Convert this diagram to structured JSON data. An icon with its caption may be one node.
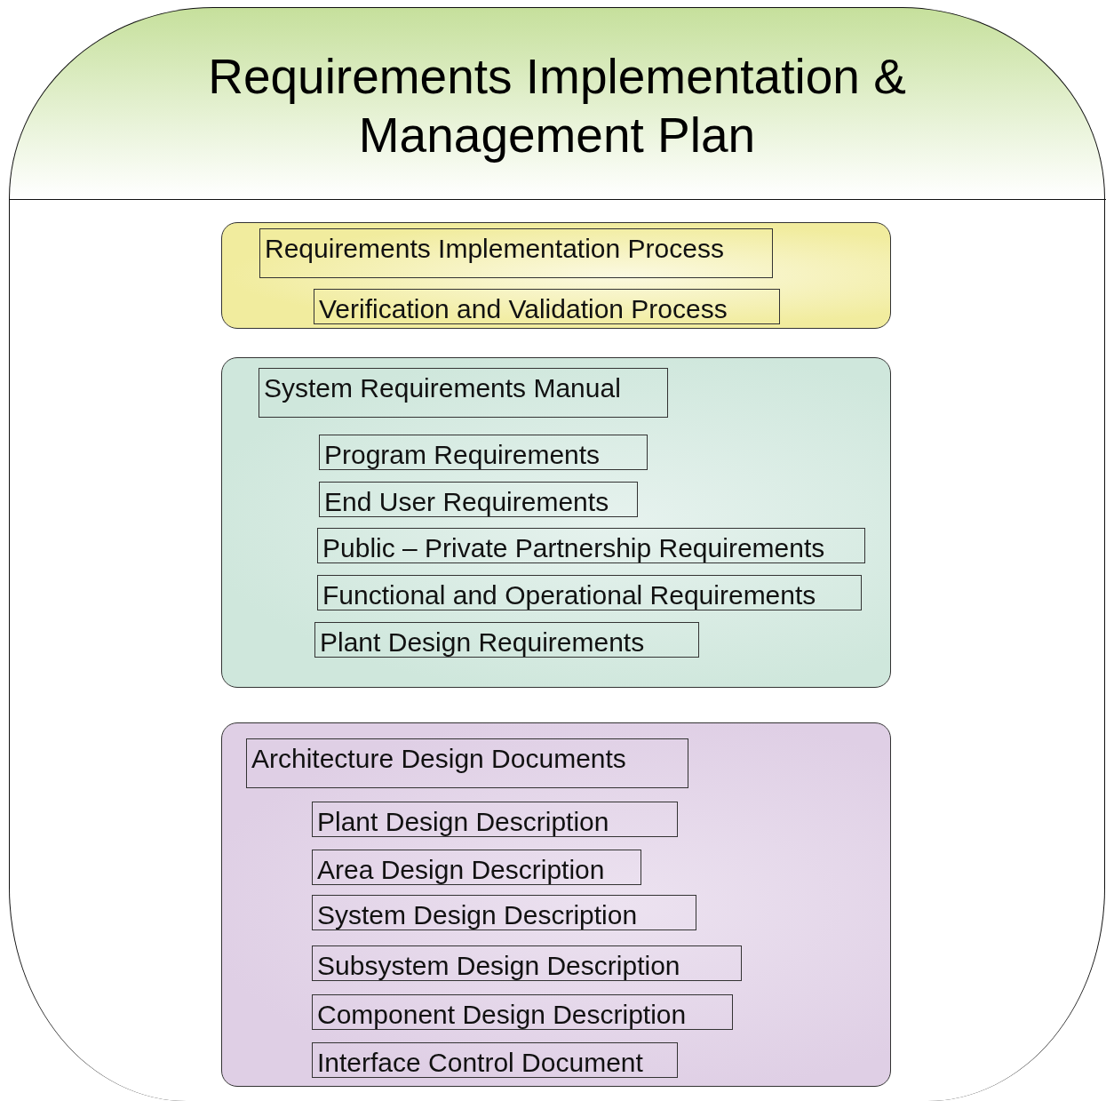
{
  "diagram": {
    "nodes": [
      {
        "text": [
          "Requirements Implementation & Management Plan"
        ]
      },
      {
        "text": [],
        "shape": "box",
        "in": 0
      },
      {
        "text": [
          "Requirements Implementation Process"
        ],
        "in": 1
      },
      {
        "text": [
          "Verification and Validation Process"
        ],
        "in": 1
      },
      {
        "text": [],
        "shape": "box",
        "in": 0
      },
      {
        "text": [
          "System Requirements Manual"
        ],
        "in": 4
      },
      {
        "text": [
          "Program Requirements"
        ],
        "in": 4
      },
      {
        "text": [
          "End User Requirements"
        ],
        "in": 4
      },
      {
        "text": [
          "Public – Private Partnership Requirements"
        ],
        "in": 4
      },
      {
        "text": [
          "Functional and Operational Requirements"
        ],
        "in": 4
      },
      {
        "text": [
          "Plant Design Requirements"
        ],
        "in": 4
      },
      {
        "text": [],
        "shape": "box",
        "in": 0
      },
      {
        "text": [
          "Architecture Design Documents"
        ],
        "in": 11
      },
      {
        "text": [
          "Plant Design Description"
        ],
        "in": 11
      },
      {
        "text": [
          "Area Design Description"
        ],
        "in": 11
      },
      {
        "text": [
          "System Design Description"
        ],
        "in": 11
      },
      {
        "text": [
          "Subsystem Design Description"
        ],
        "in": 11
      },
      {
        "text": [
          "Component Design Description"
        ],
        "in": 11
      },
      {
        "text": [
          "Interface Control Document"
        ],
        "in": 11
      }
    ],
    "edges": []
  }
}
